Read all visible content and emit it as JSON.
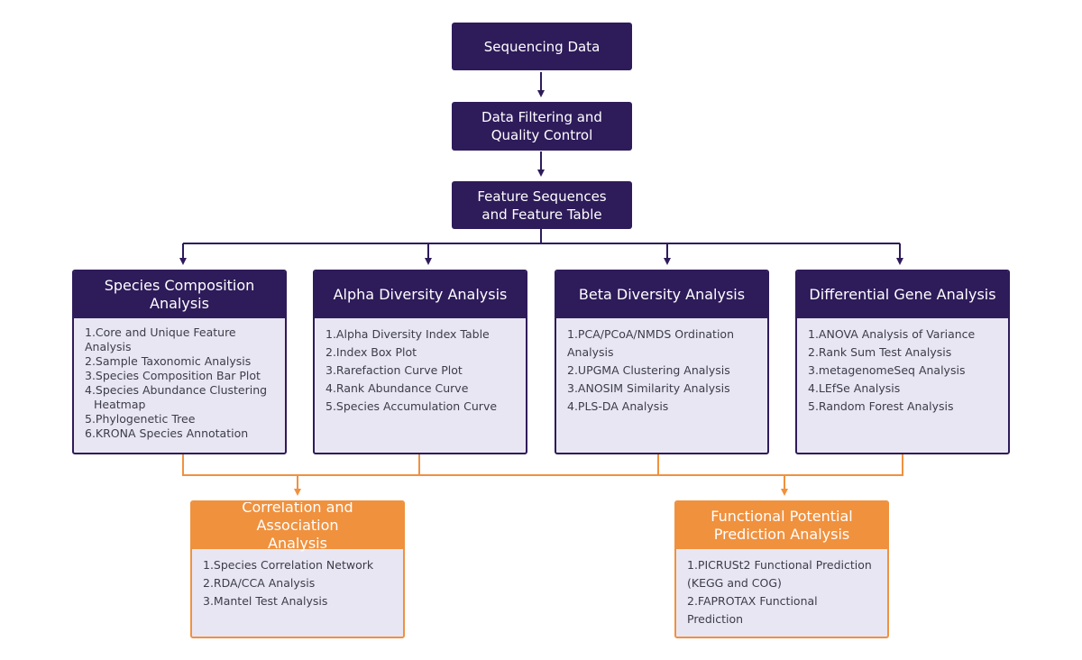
{
  "colors": {
    "purple": "#2e1b5a",
    "orange": "#f0913e",
    "card_bg": "#e9e6f3"
  },
  "top_nodes": [
    {
      "label": "Sequencing Data"
    },
    {
      "label_lines": [
        "Data Filtering and",
        "Quality Control"
      ]
    },
    {
      "label_lines": [
        "Feature Sequences",
        "and Feature Table"
      ]
    }
  ],
  "analysis_cards": [
    {
      "title_lines": [
        "Species Composition",
        "Analysis"
      ],
      "items": [
        "1.Core and Unique Feature",
        "Analysis",
        "2.Sample Taxonomic Analysis",
        "3.Species Composition Bar Plot",
        "4.Species Abundance Clustering",
        "Heatmap",
        "5.Phylogenetic Tree",
        "6.KRONA Species Annotation"
      ]
    },
    {
      "title": "Alpha Diversity Analysis",
      "items": [
        "1.Alpha Diversity Index Table",
        "2.Index Box Plot",
        "3.Rarefaction Curve Plot",
        "4.Rank Abundance Curve",
        "5.Species Accumulation Curve"
      ]
    },
    {
      "title": "Beta Diversity Analysis",
      "items": [
        "1.PCA/PCoA/NMDS Ordination",
        "Analysis",
        "2.UPGMA Clustering Analysis",
        "3.ANOSIM Similarity Analysis",
        "4.PLS-DA Analysis"
      ]
    },
    {
      "title": "Differential Gene Analysis",
      "items": [
        "1.ANOVA Analysis of Variance",
        "2.Rank Sum Test Analysis",
        "3.metagenomeSeq Analysis",
        "4.LEfSe Analysis",
        "5.Random Forest Analysis"
      ]
    }
  ],
  "downstream_cards": [
    {
      "title_lines": [
        "Correlation and Association",
        "Analysis"
      ],
      "items": [
        "1.Species Correlation Network",
        "2.RDA/CCA Analysis",
        "3.Mantel Test Analysis"
      ]
    },
    {
      "title_lines": [
        "Functional Potential",
        "Prediction Analysis"
      ],
      "items": [
        "1.PICRUSt2 Functional Prediction",
        "(KEGG and COG)",
        "2.FAPROTAX Functional",
        "Prediction"
      ]
    }
  ]
}
